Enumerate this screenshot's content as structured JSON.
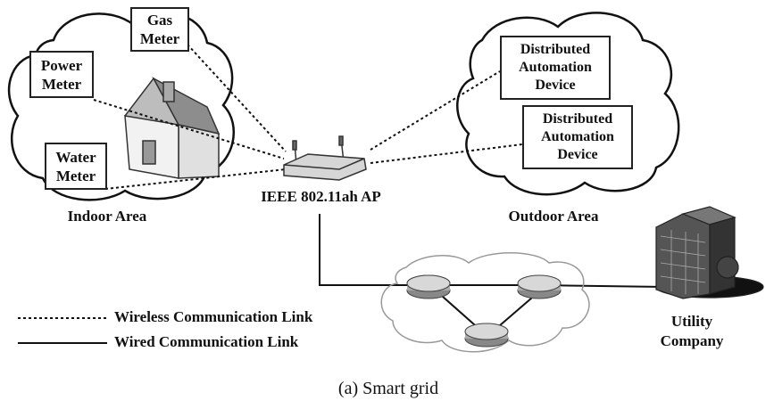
{
  "meters": {
    "gas": "Gas\nMeter",
    "power": "Power\nMeter",
    "water": "Water\nMeter"
  },
  "devices": {
    "device1": "Distributed\nAutomation\nDevice",
    "device2": "Distributed\nAutomation\nDevice"
  },
  "labels": {
    "access_point": "IEEE 802.11ah AP",
    "indoor": "Indoor Area",
    "outdoor": "Outdoor Area",
    "utility": "Utility\nCompany"
  },
  "legend": {
    "wireless": "Wireless Communication Link",
    "wired": "Wired Communication Link"
  },
  "caption": "(a) Smart grid"
}
